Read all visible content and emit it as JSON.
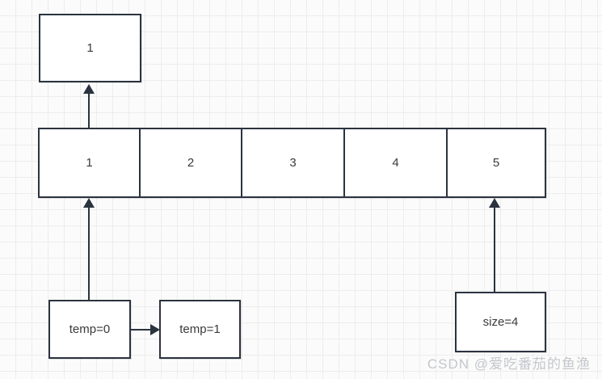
{
  "diagram": {
    "title": "array-insert-shift-diagram",
    "background_color": "#fbfbfb",
    "grid_color": "#ededed",
    "stroke_color": "#2b333f",
    "fill_color": "#ffffff",
    "text_color": "#3a3a3a"
  },
  "top_box": {
    "label": "1"
  },
  "array": {
    "cells": [
      {
        "label": "1"
      },
      {
        "label": "2"
      },
      {
        "label": "3"
      },
      {
        "label": "4"
      },
      {
        "label": "5"
      }
    ]
  },
  "bottom_boxes": {
    "temp_before": {
      "label": "temp=0"
    },
    "temp_after": {
      "label": "temp=1"
    },
    "size": {
      "label": "size=4"
    }
  },
  "arrows": [
    {
      "name": "cell0-to-top",
      "direction": "up"
    },
    {
      "name": "temp0-to-array",
      "direction": "up"
    },
    {
      "name": "size-to-array",
      "direction": "up"
    },
    {
      "name": "temp0-to-temp1",
      "direction": "right"
    }
  ],
  "watermark": {
    "text": "CSDN @爱吃番茄的鱼渔",
    "color": "#c3c7cc"
  }
}
